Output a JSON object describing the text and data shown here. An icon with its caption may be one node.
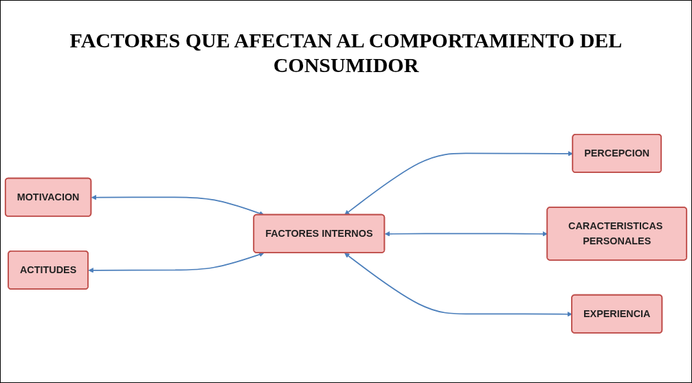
{
  "diagram": {
    "title": "FACTORES QUE AFECTAN AL COMPORTAMIENTO DEL CONSUMIDOR",
    "nodes": [
      {
        "text": [
          "MOTIVACION"
        ]
      },
      {
        "text": [
          "FACTORES INTERNOS"
        ]
      },
      {
        "text": [
          "PERCEPCION"
        ]
      },
      {
        "text": [
          "ACTITUDES"
        ]
      },
      {
        "text": [
          "CARACTERISTICAS PERSONALES"
        ]
      },
      {
        "text": [
          "EXPERIENCIA"
        ]
      }
    ],
    "edges": [
      {
        "from": 0,
        "to": 1,
        "arrow": "both"
      },
      {
        "from": 3,
        "to": 1,
        "arrow": "both"
      },
      {
        "from": 1,
        "to": 2,
        "arrow": "both"
      },
      {
        "from": 1,
        "to": 4,
        "arrow": "both"
      },
      {
        "from": 1,
        "to": 5,
        "arrow": "both"
      }
    ]
  }
}
